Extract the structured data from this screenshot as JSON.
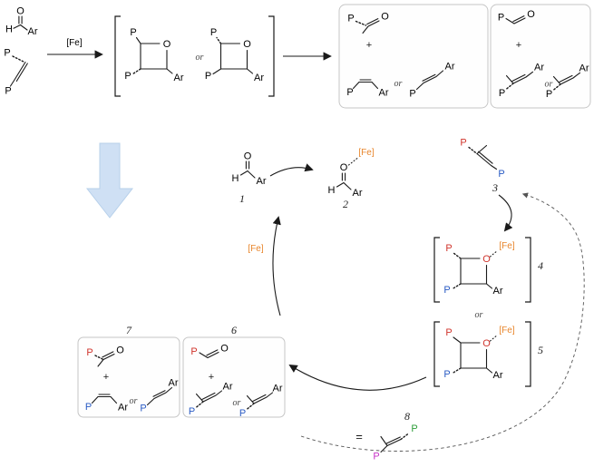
{
  "labels": {
    "O": "O",
    "H": "H",
    "Ar": "Ar",
    "P": "P",
    "Fe": "[Fe]",
    "or": "or",
    "plus": "+",
    "equals": "="
  },
  "numbers": {
    "n1": "1",
    "n2": "2",
    "n3": "3",
    "n4": "4",
    "n5": "5",
    "n6": "6",
    "n7": "7",
    "n8": "8"
  },
  "colors": {
    "bond": "#1a1a1a",
    "p_red": "#d0342c",
    "p_blue": "#2a5bc4",
    "p_magenta": "#c733c7",
    "p_green": "#2e9e3a",
    "fe_orange": "#e8862c",
    "ring_o_red": "#d0342c",
    "box_border": "#c6c6c6",
    "down_arrow_fill": "#cfe0f4",
    "down_arrow_edge": "#b7d0ea"
  }
}
